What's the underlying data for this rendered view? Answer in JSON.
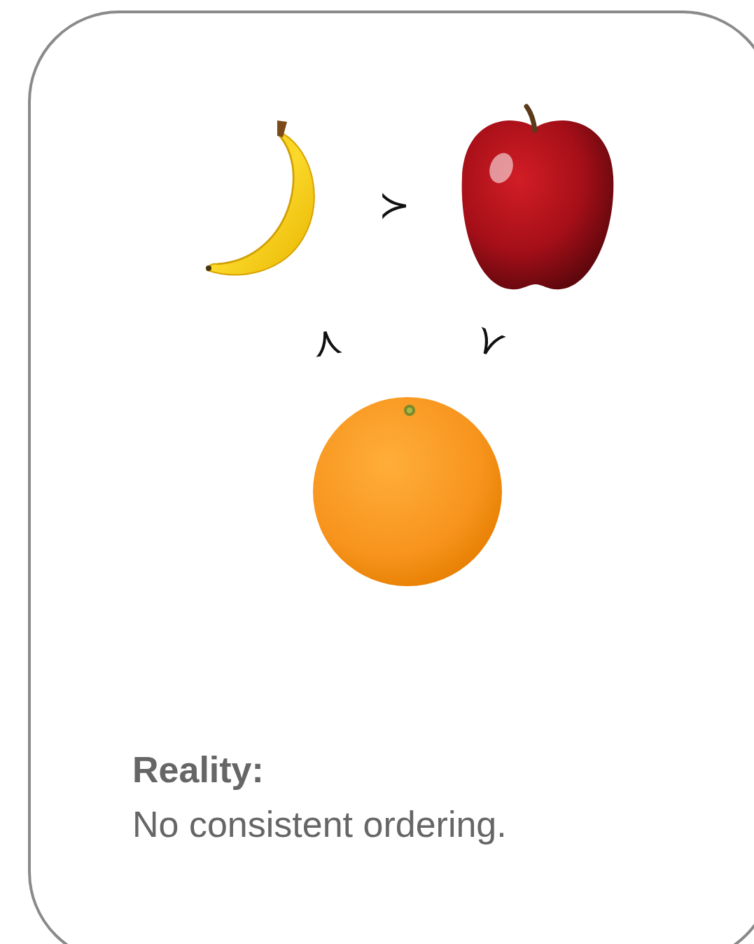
{
  "diagram": {
    "nodes": [
      {
        "text": [
          "Reality:",
          "No consistent ordering."
        ]
      }
    ],
    "labels": [
      "≻",
      "≻",
      "≻"
    ]
  }
}
